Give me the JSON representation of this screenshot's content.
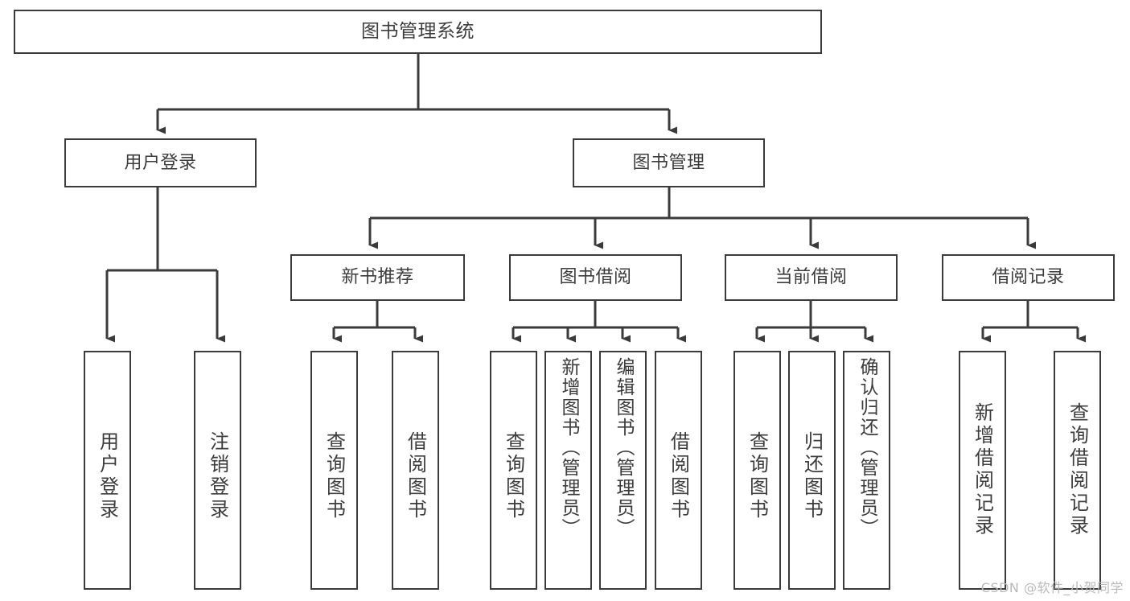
{
  "diagram": {
    "type": "tree-hierarchy",
    "title": "图书管理系统",
    "watermark": "CSDN @软件_小贺同学",
    "colors": {
      "stroke": "#3b3b3b",
      "text": "#3c3c3c",
      "background": "#ffffff",
      "watermark": "#b9b9b9"
    },
    "nodes": {
      "root": {
        "label": "图书管理系统"
      },
      "level2": [
        {
          "id": "user-login",
          "label": "用户登录"
        },
        {
          "id": "book-manage",
          "label": "图书管理"
        }
      ],
      "level3": [
        {
          "id": "new-book-recommend",
          "label": "新书推荐"
        },
        {
          "id": "book-borrow",
          "label": "图书借阅"
        },
        {
          "id": "current-borrow",
          "label": "当前借阅"
        },
        {
          "id": "borrow-record",
          "label": "借阅记录"
        }
      ],
      "leaves": [
        {
          "id": "leaf-user-login",
          "label": "用户登录",
          "parent": "user-login"
        },
        {
          "id": "leaf-logout",
          "label": "注销登录",
          "parent": "user-login"
        },
        {
          "id": "leaf-query-book-1",
          "label": "查询图书",
          "parent": "new-book-recommend"
        },
        {
          "id": "leaf-borrow-book-1",
          "label": "借阅图书",
          "parent": "new-book-recommend"
        },
        {
          "id": "leaf-query-book-2",
          "label": "查询图书",
          "parent": "book-borrow"
        },
        {
          "id": "leaf-add-book",
          "label": "新增图书（管理员）",
          "parent": "book-borrow"
        },
        {
          "id": "leaf-edit-book",
          "label": "编辑图书（管理员）",
          "parent": "book-borrow"
        },
        {
          "id": "leaf-borrow-book-2",
          "label": "借阅图书",
          "parent": "book-borrow"
        },
        {
          "id": "leaf-query-book-3",
          "label": "查询图书",
          "parent": "current-borrow"
        },
        {
          "id": "leaf-return-book",
          "label": "归还图书",
          "parent": "current-borrow"
        },
        {
          "id": "leaf-confirm-return",
          "label": "确认归还（管理员）",
          "parent": "current-borrow"
        },
        {
          "id": "leaf-add-record",
          "label": "新增借阅记录",
          "parent": "borrow-record"
        },
        {
          "id": "leaf-query-record",
          "label": "查询借阅记录",
          "parent": "borrow-record"
        }
      ]
    }
  }
}
